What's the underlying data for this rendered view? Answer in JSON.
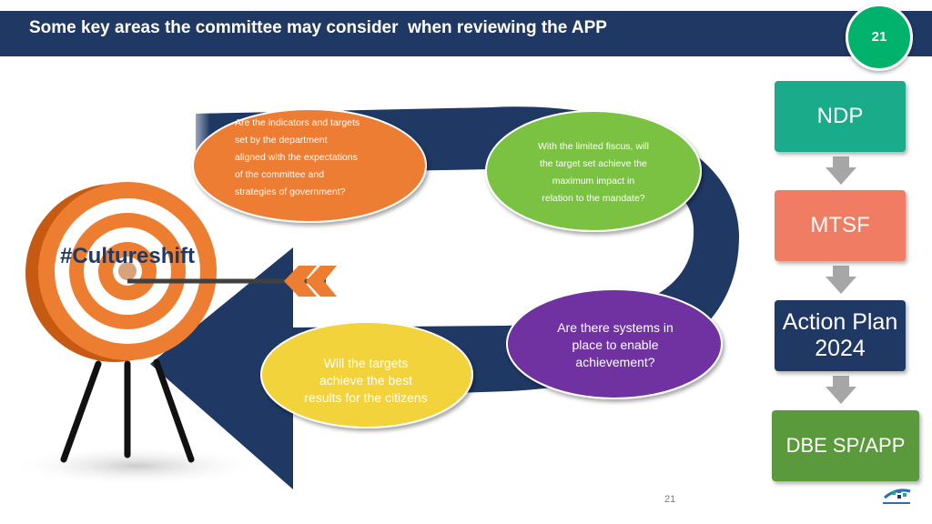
{
  "header": {
    "title": "Some key areas the committee may consider  when reviewing the APP",
    "page_badge": "21"
  },
  "target": {
    "label": "#Cultureshift"
  },
  "bubbles": [
    {
      "color": "#ed7d31",
      "lines": [
        "Are the indicators and targets",
        "set by the department",
        "aligned with the expectations",
        "of the committee and",
        "strategies of government?"
      ]
    },
    {
      "color": "#7cc242",
      "lines": [
        "With the limited fiscus, will",
        "the target set achieve the",
        "maximum impact in",
        "relation to the mandate?"
      ]
    },
    {
      "color": "#7030a0",
      "lines": [
        "Are there systems in",
        "place to enable",
        "achievement?"
      ]
    },
    {
      "color": "#f2d33a",
      "lines": [
        "Will the targets",
        "achieve the best",
        "results for the citizens"
      ]
    }
  ],
  "flow": [
    {
      "label": "NDP",
      "color": "#1aab8a"
    },
    {
      "label": "MTSF",
      "color": "#f07c63"
    },
    {
      "label": "Action Plan 2024",
      "color": "#1f3864"
    },
    {
      "label": "DBE SP/APP",
      "color": "#5b9a3c"
    }
  ],
  "footer": {
    "page_number": "21"
  },
  "colors": {
    "header_bg": "#1f3864",
    "badge_bg": "#00b26b",
    "arrow_navy": "#1f3864",
    "target_orange": "#ed7d31",
    "connector_gray": "#a6a6a6"
  }
}
